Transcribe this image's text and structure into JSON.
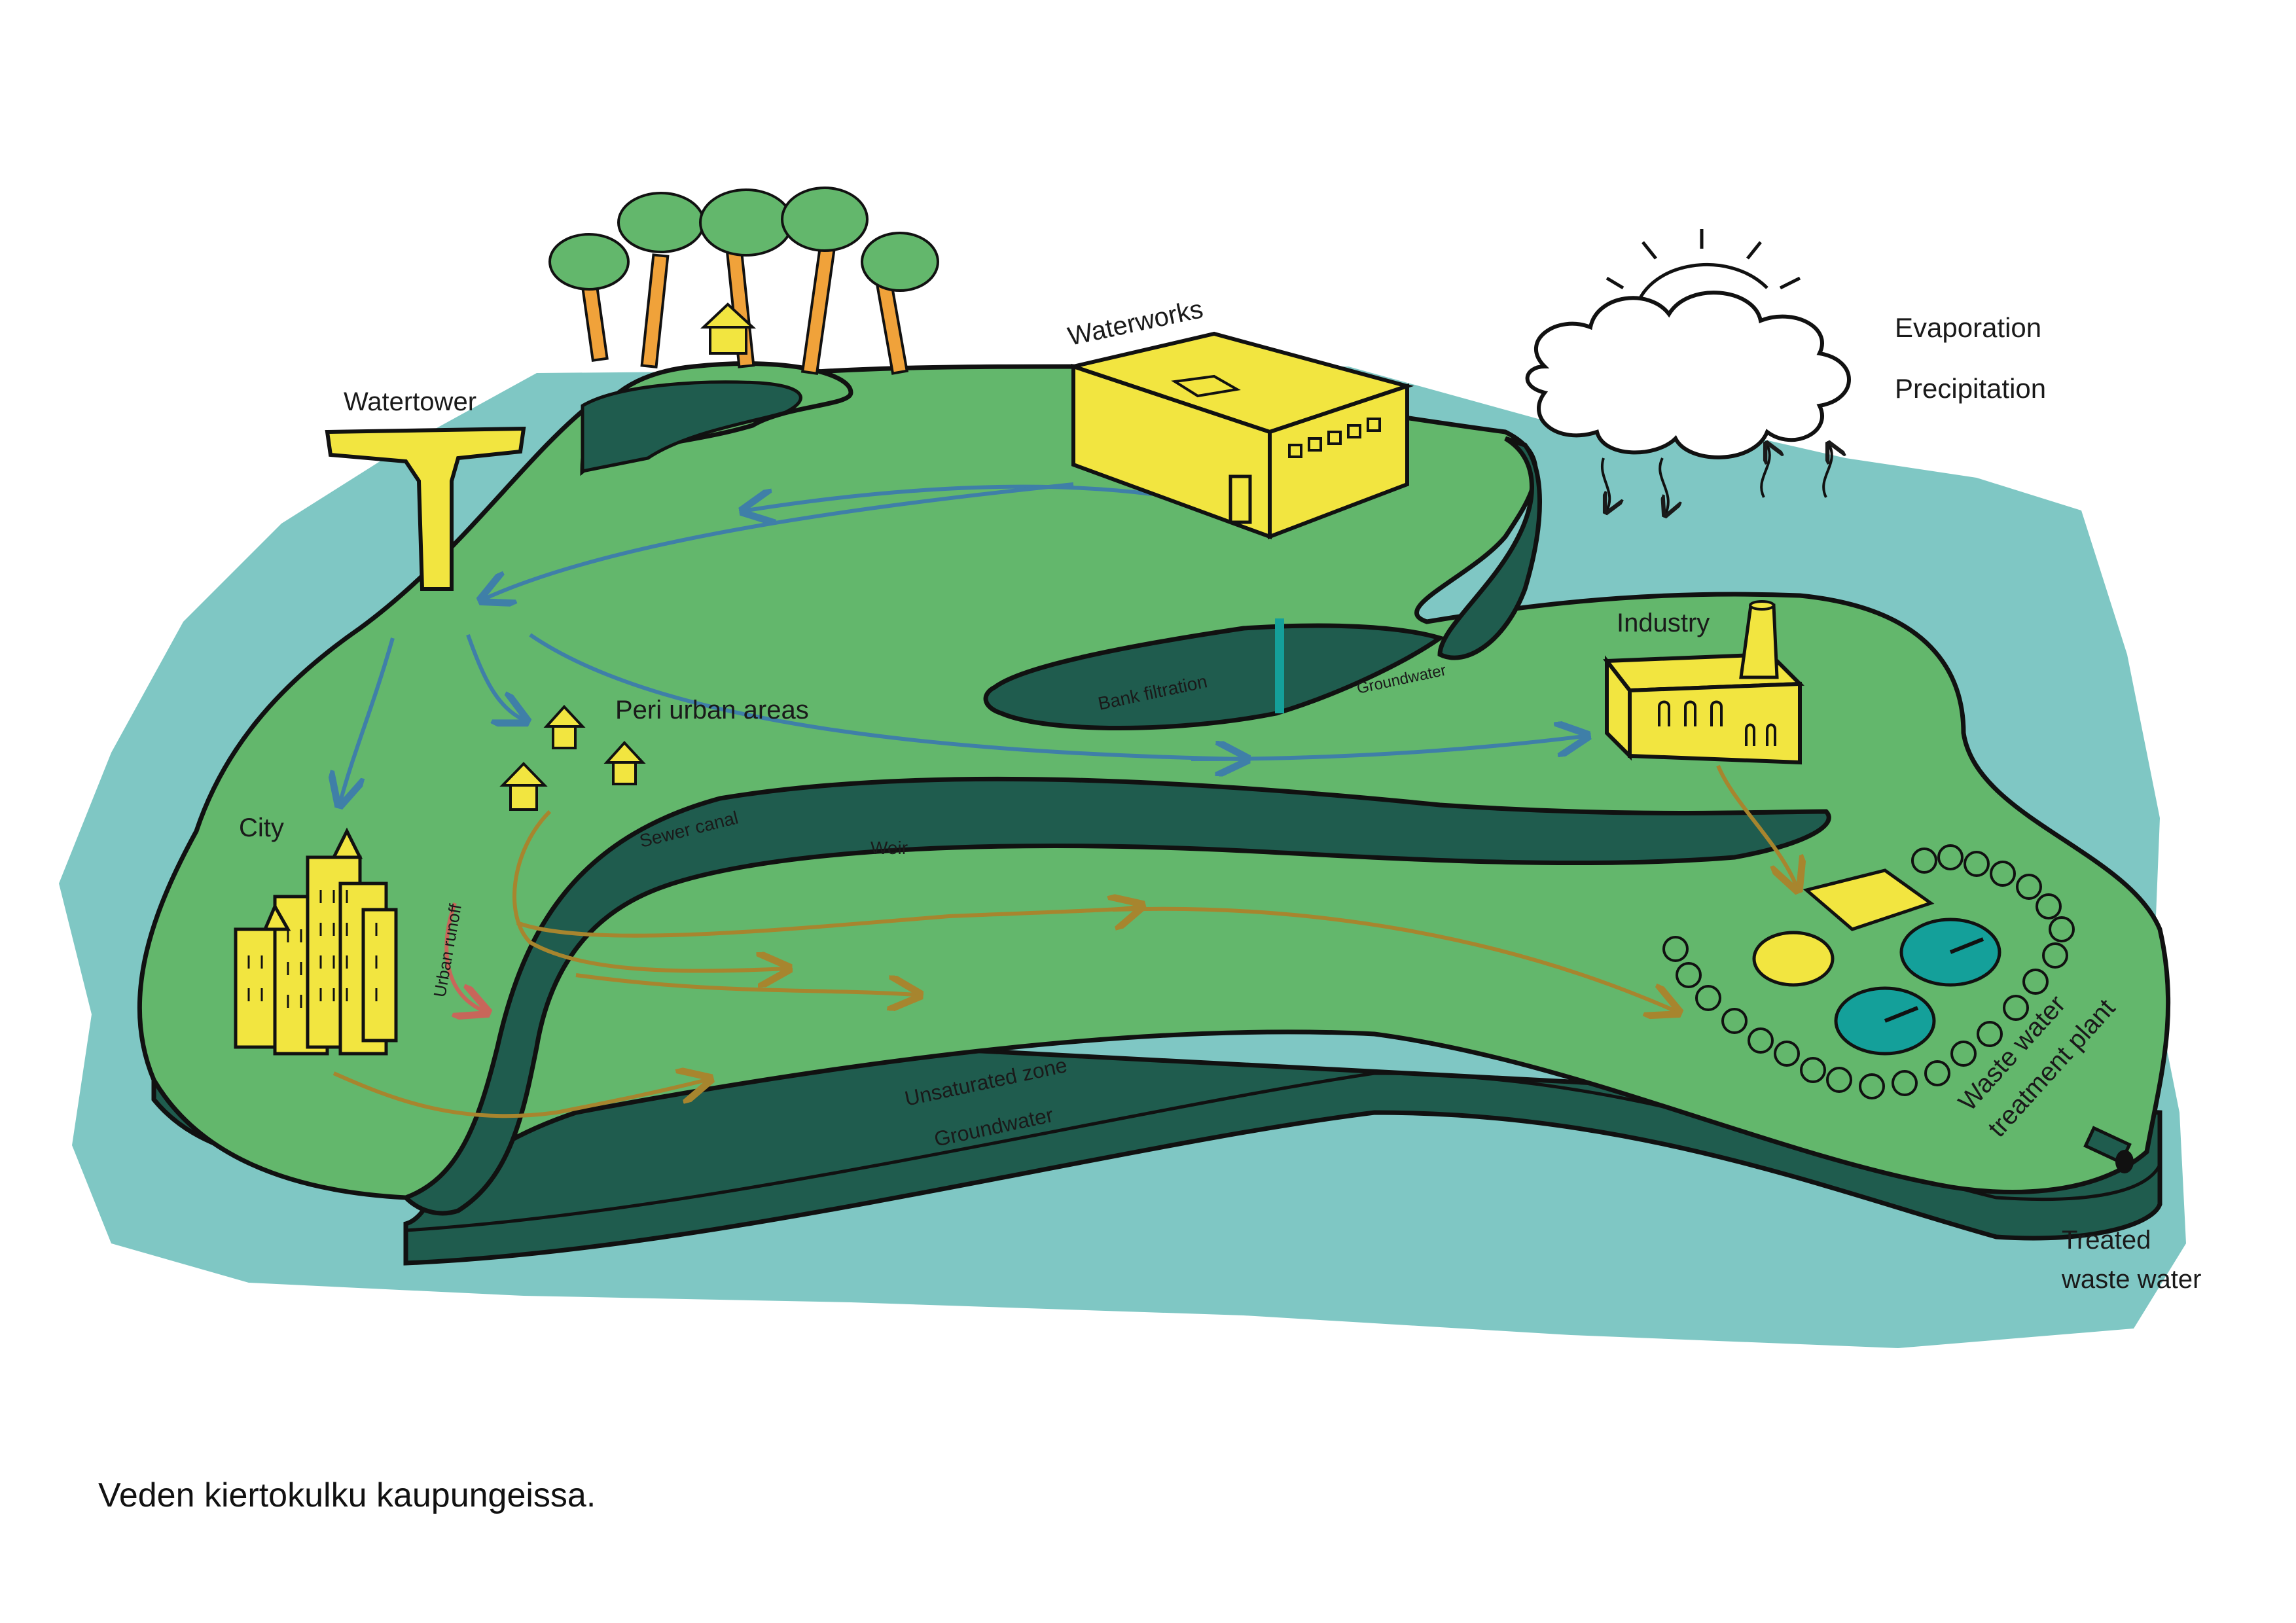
{
  "labels": {
    "watertower": "Watertower",
    "waterworks": "Waterworks",
    "evaporation": "Evaporation",
    "precipitation": "Precipitation",
    "industry": "Industry",
    "bank_filtration": "Bank filtration",
    "groundwater_upper": "Groundwater",
    "peri_urban": "Peri urban areas",
    "sewer_canal": "Sewer canal",
    "weir": "Weir",
    "city": "City",
    "urban_runoff": "Urban runoff",
    "unsaturated_zone": "Unsaturated zone",
    "groundwater_lower": "Groundwater",
    "wwtp_line1": "Waste water",
    "wwtp_line2": "treatment plant",
    "treated_line1": "Treated",
    "treated_line2": "waste water"
  },
  "caption": "Veden kiertokulku kaupungeissa.",
  "colors": {
    "water": "#7fc7c4",
    "land": "#63b76c",
    "land_dark": "#1f5c4e",
    "building": "#f2e540",
    "tree_trunk": "#f0a23a",
    "arrow_blue": "#3f7fa8",
    "arrow_brown": "#a7852e",
    "arrow_red": "#c8665a",
    "basin": "#14a09a"
  }
}
